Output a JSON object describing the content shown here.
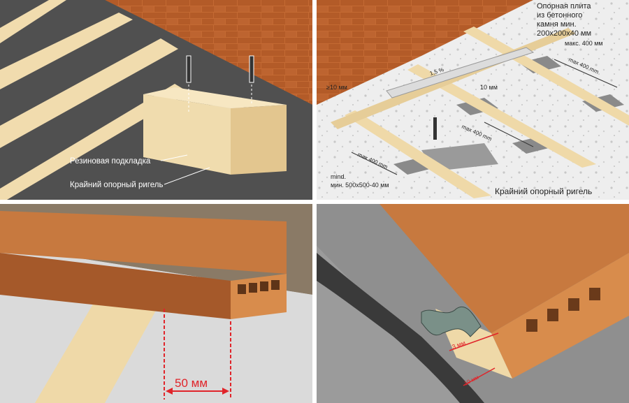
{
  "panel1": {
    "label_rubber_pad": "Резиновая подкладка",
    "label_edge_joist": "Крайний опорный ригель"
  },
  "panel2": {
    "label_slab_line1": "Опорная плита",
    "label_slab_line2": "из бетонного",
    "label_slab_line3": "камня мин.",
    "label_slab_line4": "200x200x40 мм",
    "label_max_spacing": "макс. 400 мм",
    "dim_max400_a": "max 400 mm",
    "dim_max400_b": "max 400 mm",
    "dim_max400_c": "max 400 mm",
    "dim_gap_left": "≥10 мм",
    "dim_gap_mid": "10 мм",
    "slope": "1,5 %",
    "label_mind_line1": "mind.",
    "label_mind_line2": "мин. 500x500-40 мм",
    "label_edge_joist": "Крайний опорный ригель"
  },
  "panel3": {
    "dim_overhang": "50 мм"
  },
  "panel4": {
    "dim_3mm": "3 мм",
    "dim_10mm": "10 мм"
  },
  "colors": {
    "wood": "#efd9a8",
    "brick": "#b8612a",
    "board": "#b56a33",
    "dimension_red": "#e0242a",
    "floor_dark": "#4a4a4a"
  }
}
